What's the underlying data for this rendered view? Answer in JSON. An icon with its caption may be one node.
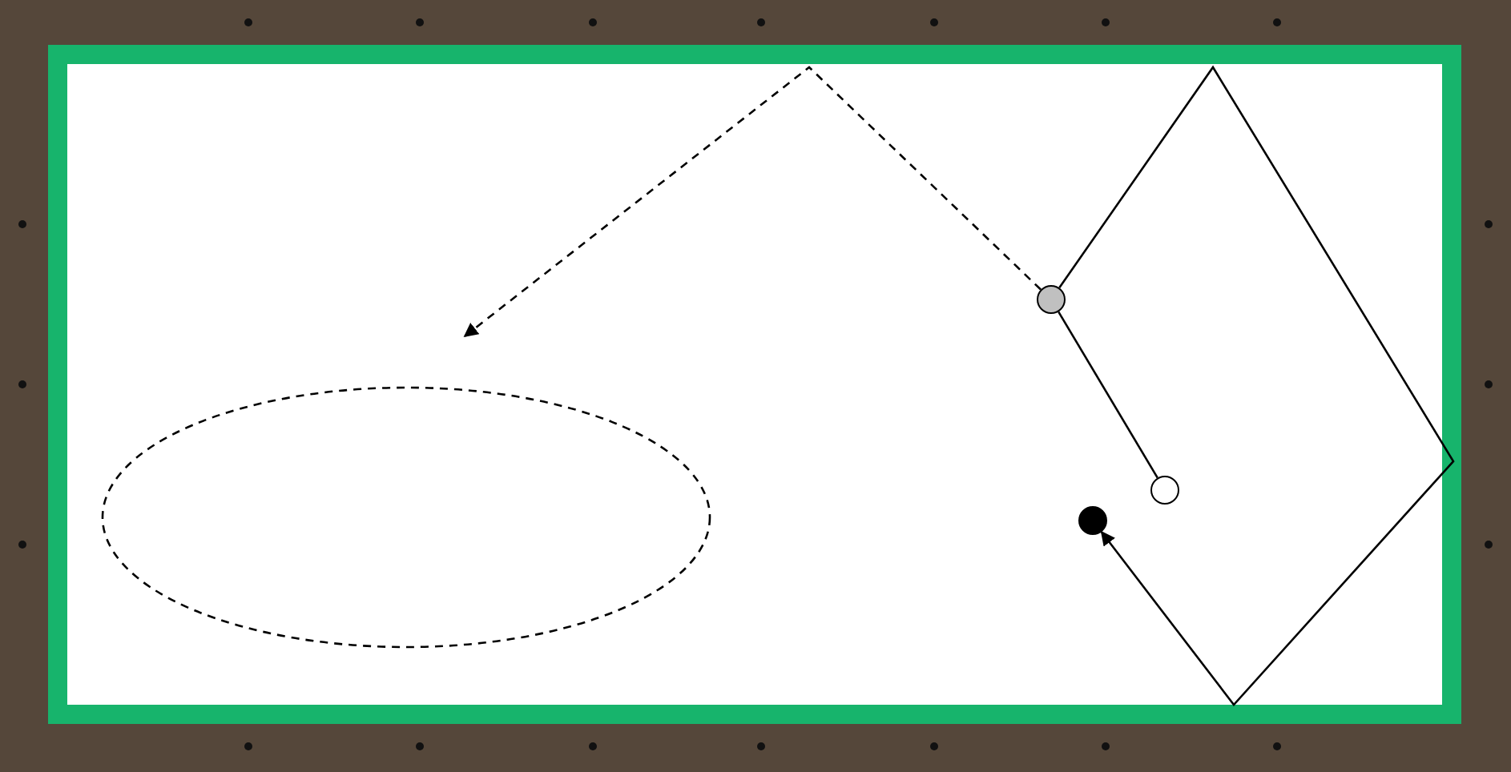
{
  "diagram": {
    "nodes": [
      {
        "text": [],
        "shape": "ellipse"
      },
      {
        "text": [],
        "shape": "circle"
      },
      {
        "text": [],
        "shape": "circle"
      },
      {
        "text": [],
        "shape": "circle"
      }
    ],
    "edges": [
      {
        "from": 2,
        "to": 1,
        "arrow": "none"
      },
      {
        "from": 1,
        "to": 3,
        "arrow": "to"
      },
      {
        "from": 1,
        "to": null,
        "arrow": "to",
        "style": "dashed"
      }
    ]
  }
}
